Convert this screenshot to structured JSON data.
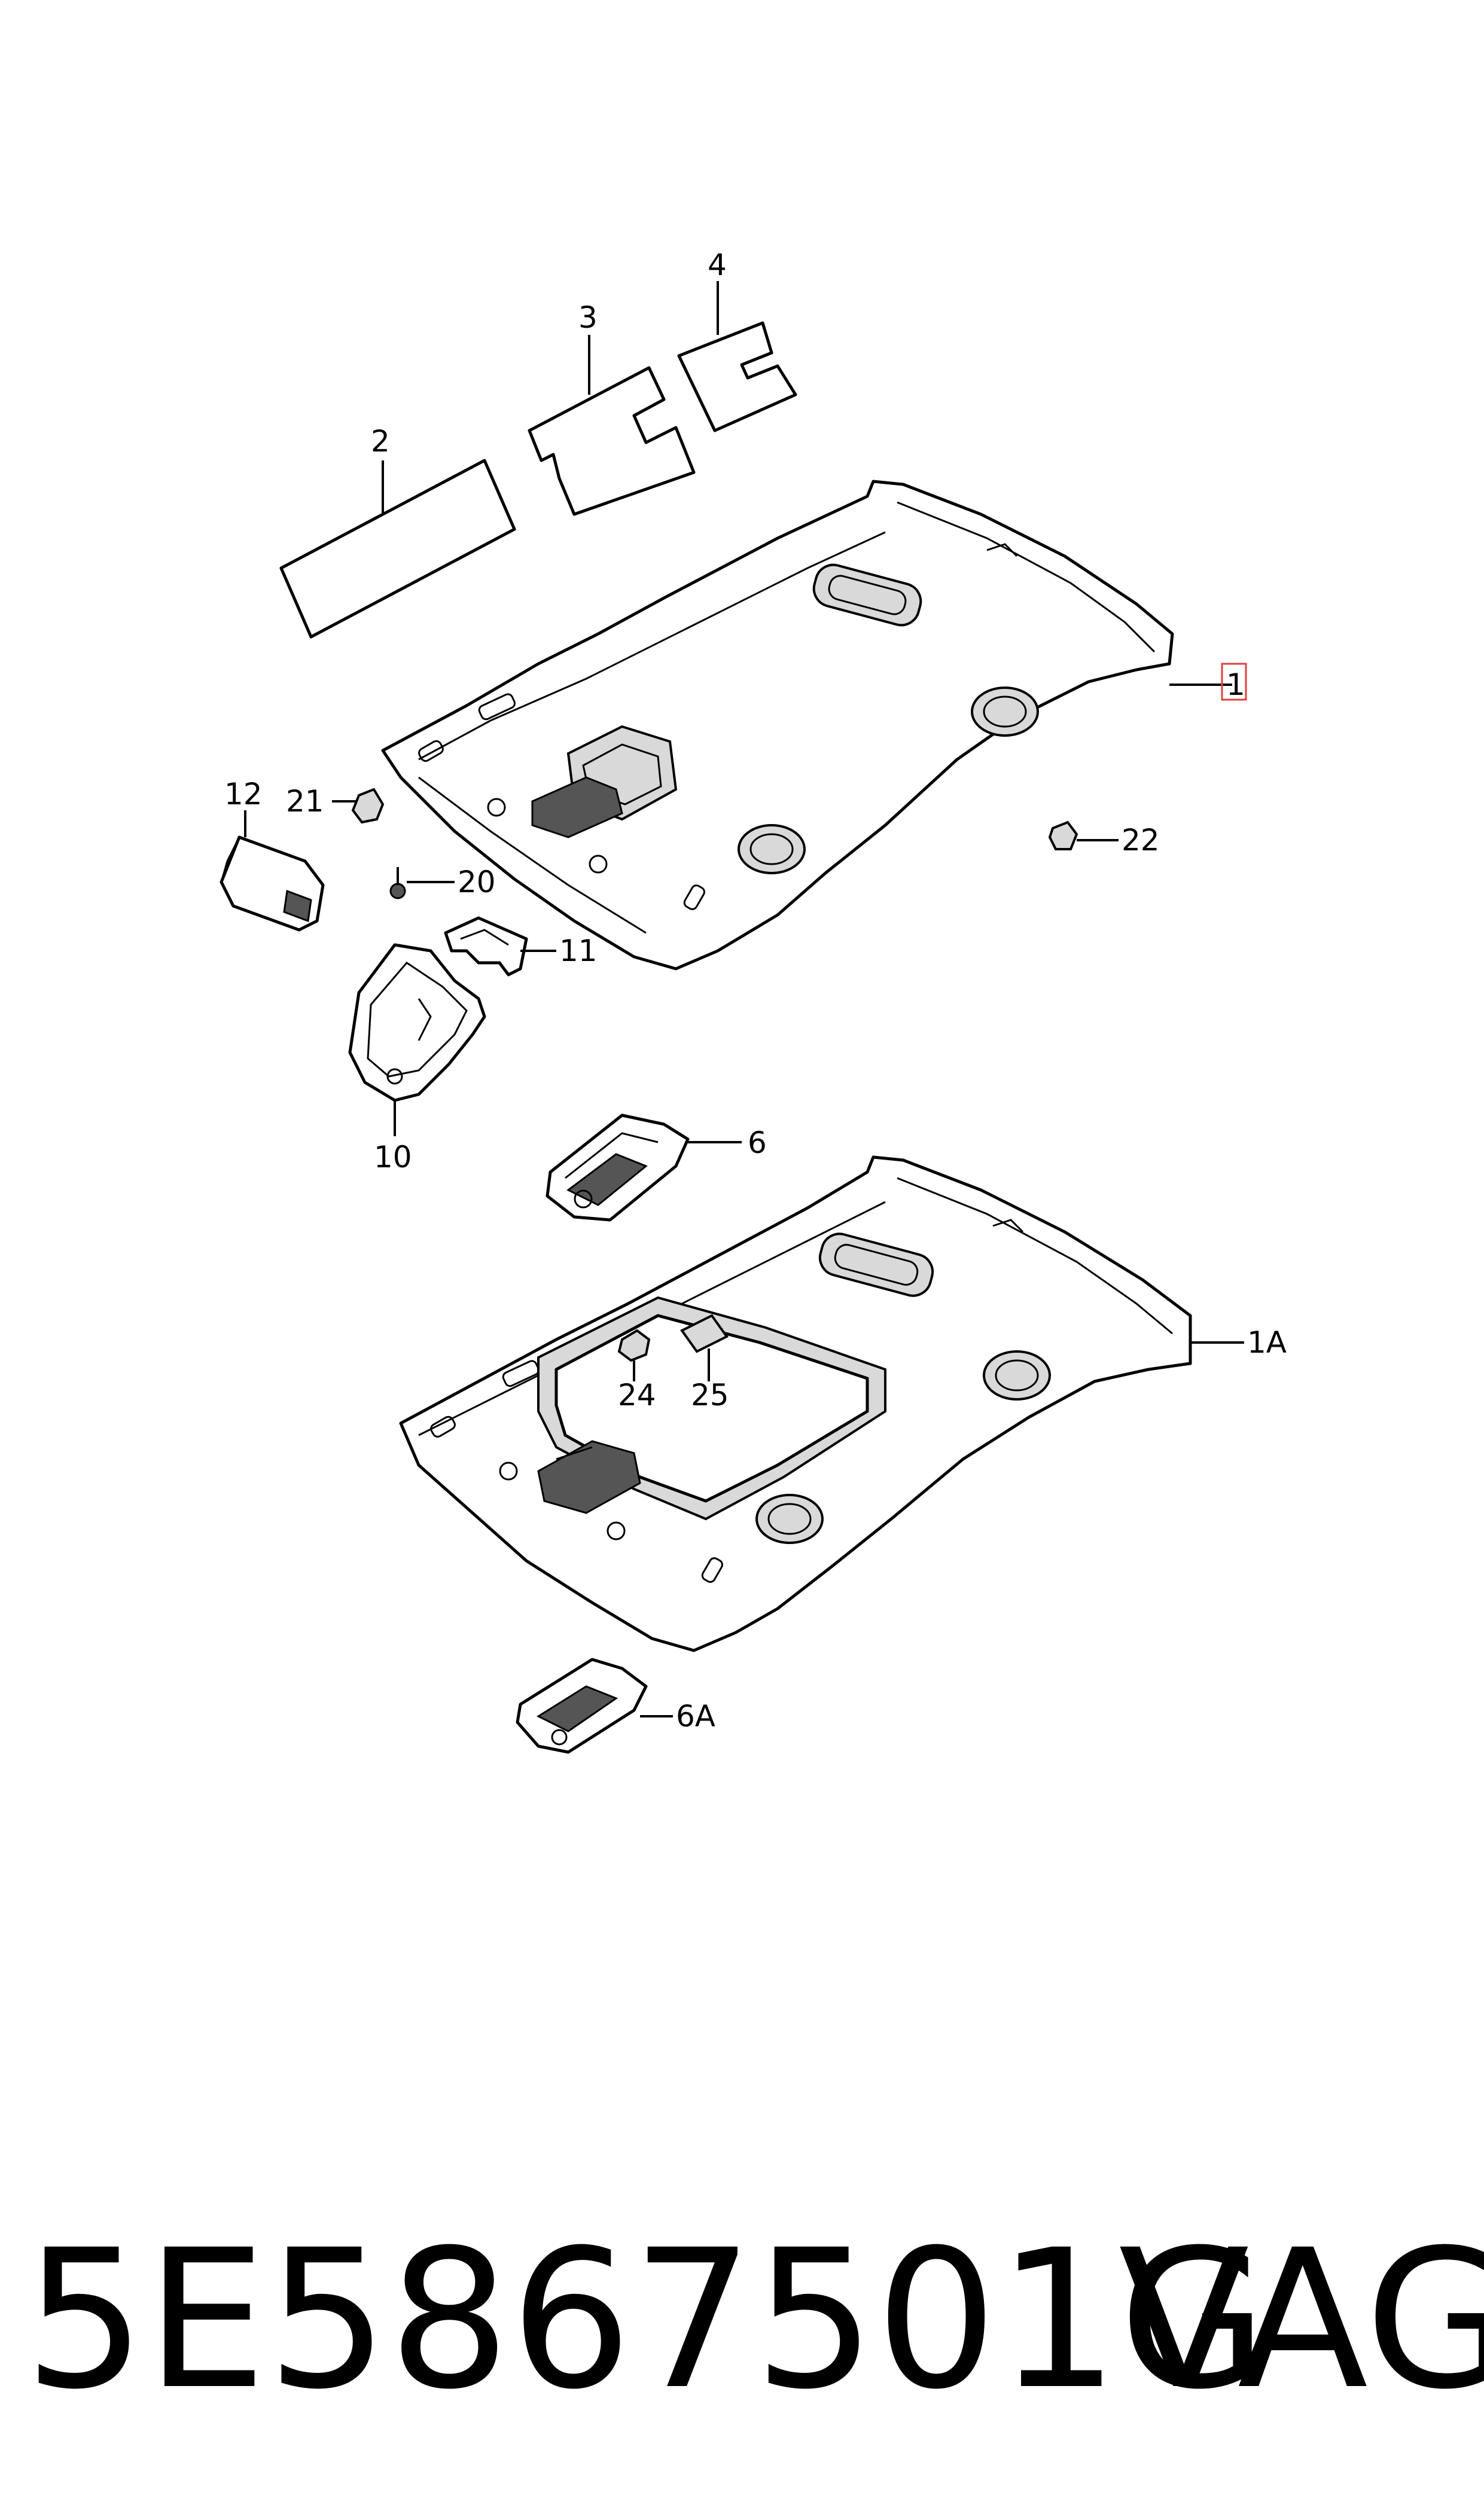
{
  "callouts": {
    "c1": "1",
    "c1a": "1A",
    "c2": "2",
    "c3": "3",
    "c4": "4",
    "c6": "6",
    "c6a": "6A",
    "c10": "10",
    "c11": "11",
    "c12": "12",
    "c20": "20",
    "c21": "21",
    "c22": "22",
    "c24": "24",
    "c25": "25"
  },
  "footer": {
    "part_number": "5E5867501G",
    "brand": "VAG"
  },
  "colors": {
    "ink": "#000000",
    "highlight": "#e04040"
  }
}
